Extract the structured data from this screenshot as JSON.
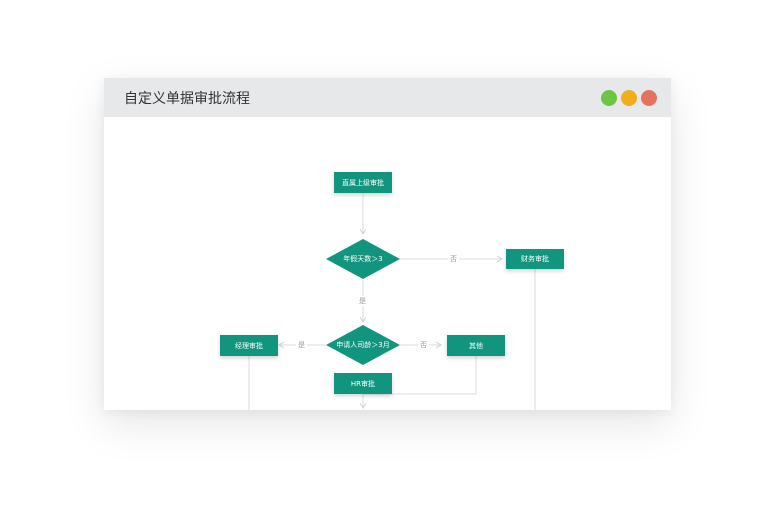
{
  "window": {
    "title": "自定义单据审批流程",
    "controls": {
      "minimize_color": "#6cc644",
      "maximize_color": "#f0ad1c",
      "close_color": "#e3735e"
    }
  },
  "flowchart": {
    "node_color": "#12957f",
    "edge_color": "#d9dcde",
    "nodes": {
      "supervisor": "直属上级审批",
      "annual_leave": "年假天数＞3",
      "finance": "财务审批",
      "headcount": "申请人司龄＞3月",
      "manager": "经理审批",
      "other": "其他",
      "hr": "HR审批"
    },
    "edge_labels": {
      "leave_no": "否",
      "leave_yes": "是",
      "headcount_yes": "是",
      "headcount_no": "否"
    }
  }
}
